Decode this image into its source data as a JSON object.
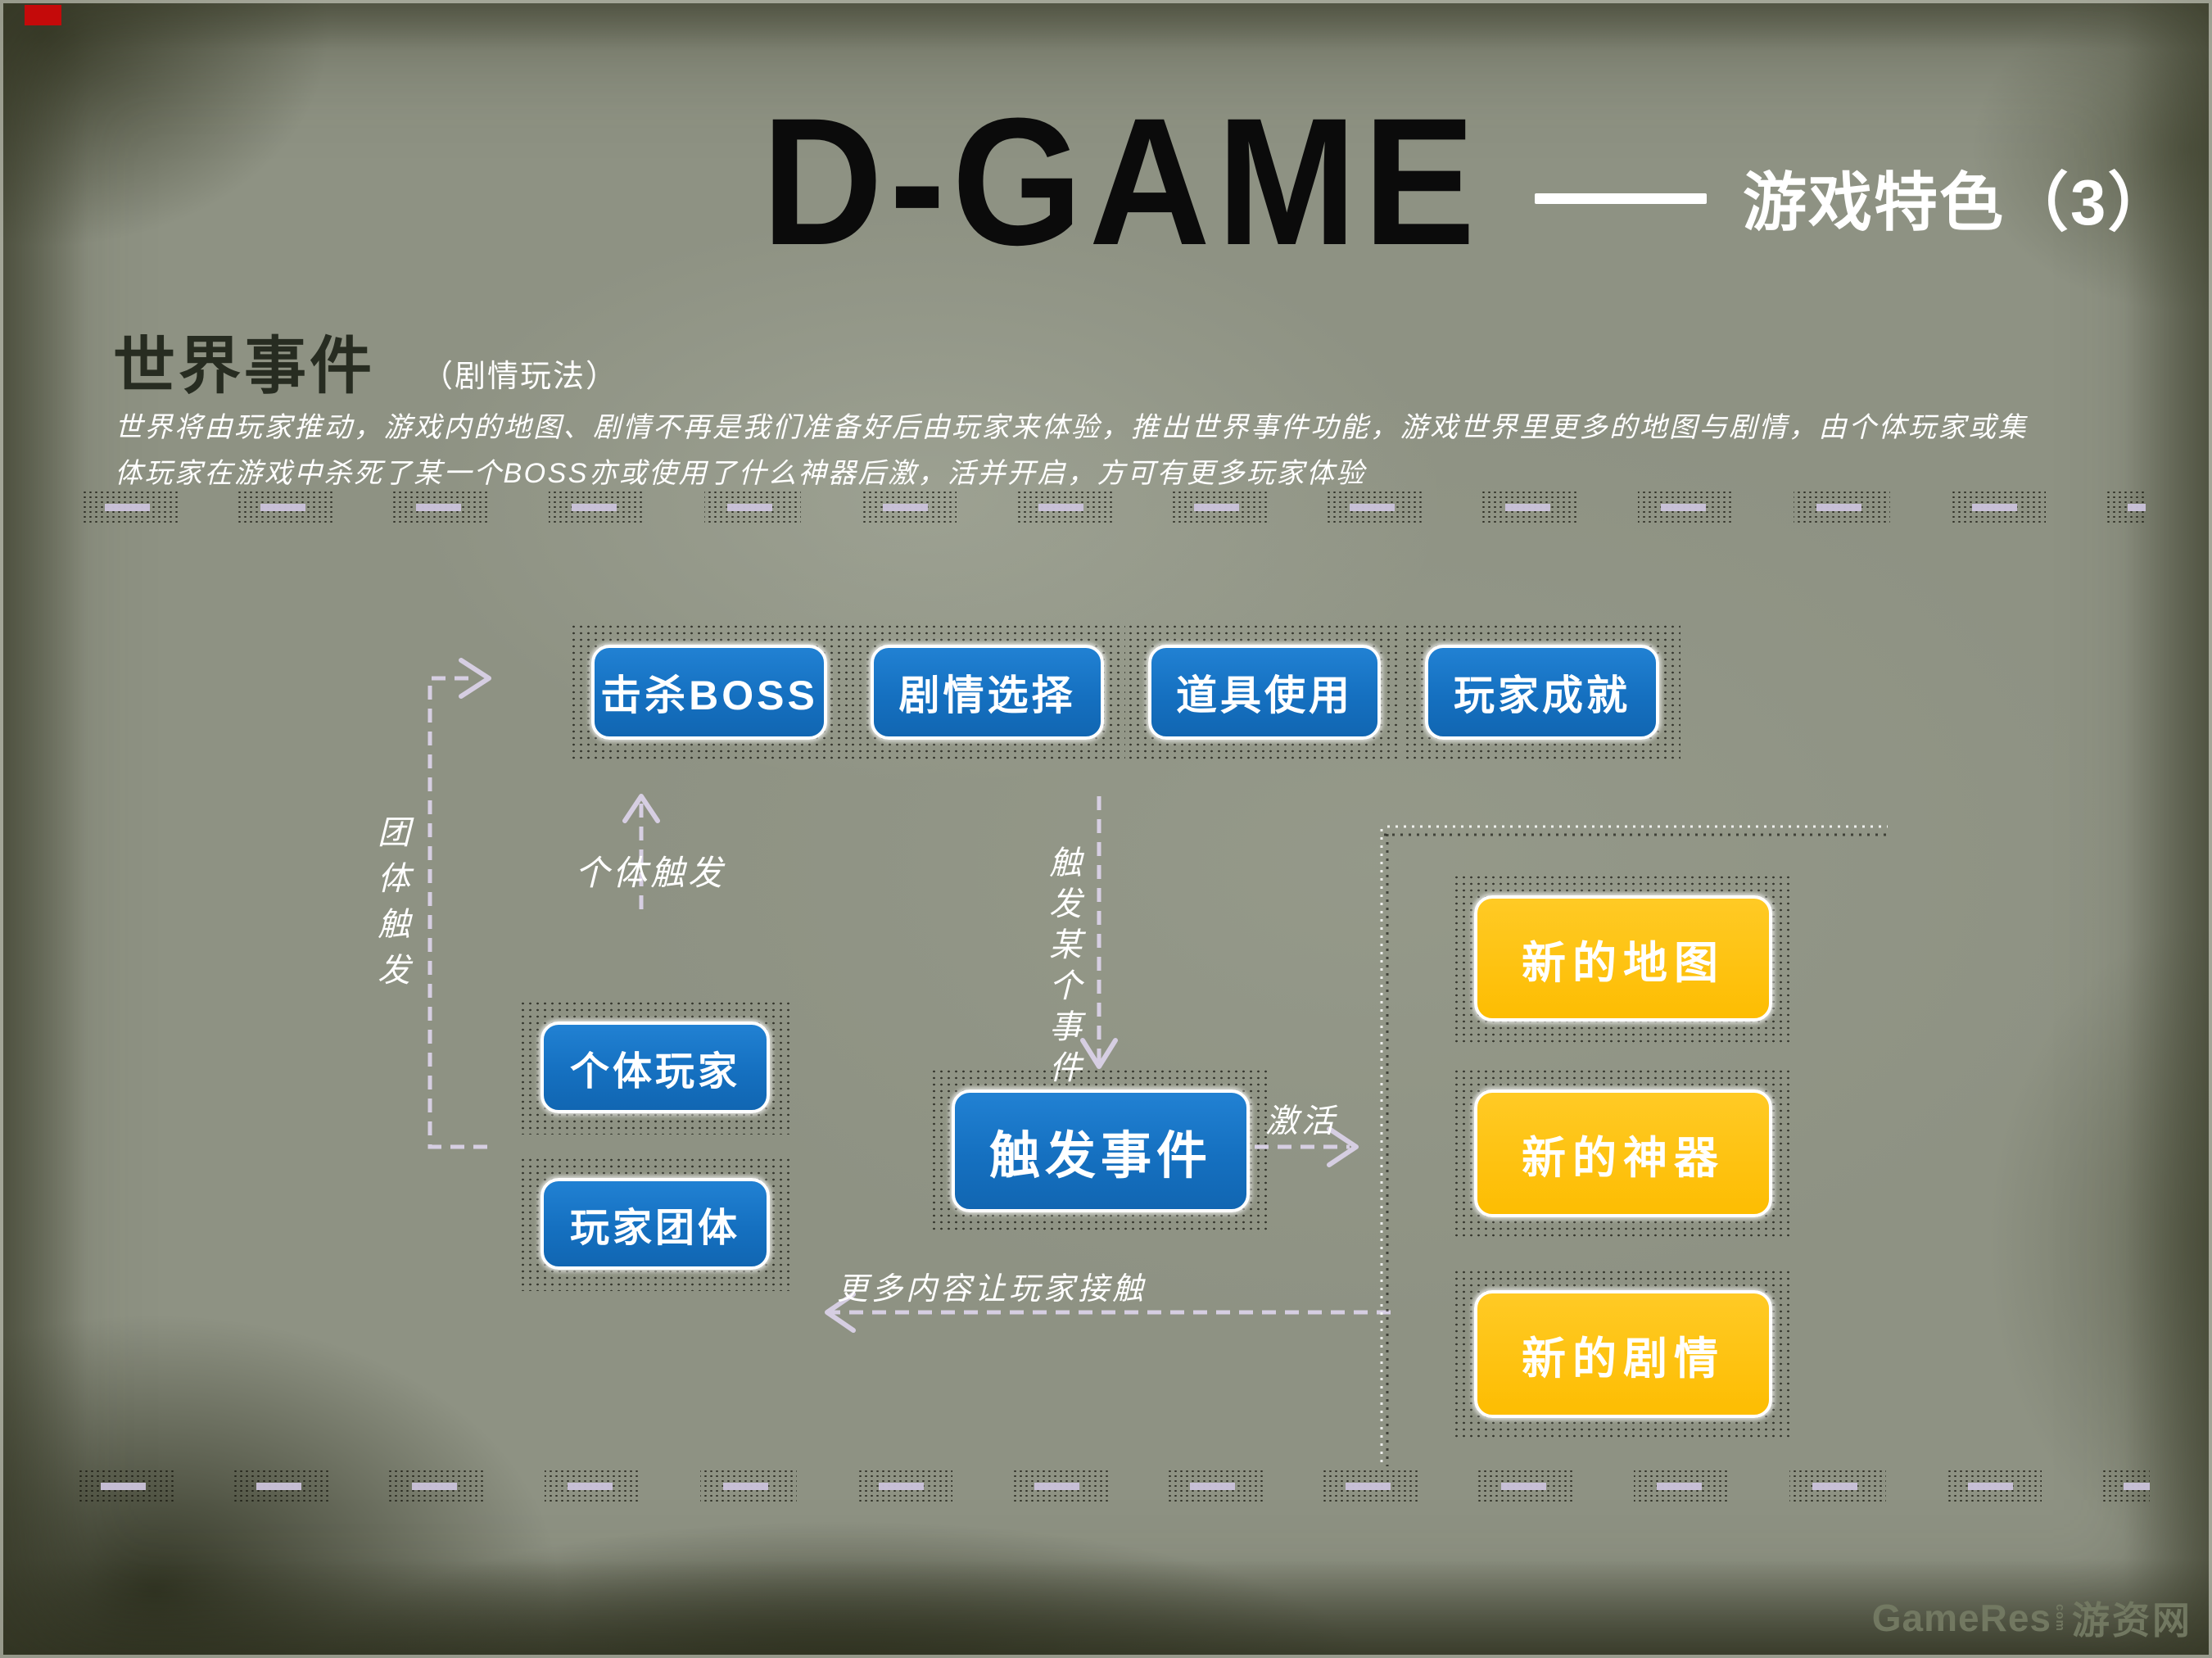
{
  "slide": {
    "title": "D-GAME",
    "subtitle": "游戏特色（3）",
    "section_title": "世界事件",
    "section_subtitle": "（剧情玩法）",
    "paragraph_line1": "世界将由玩家推动，游戏内的地图、剧情不再是我们准备好后由玩家来体验，推出世界事件功能，游戏世界里更多的地图与剧情，由个体玩家或集",
    "paragraph_line2": "体玩家在游戏中杀死了某一个BOSS亦或使用了什么神器后激，活并开启，方可有更多玩家体验",
    "watermark": {
      "brand": "GameRes",
      "tld": "com",
      "cn": "游资网"
    }
  },
  "diagram": {
    "trigger_boxes": [
      "击杀BOSS",
      "剧情选择",
      "道具使用",
      "玩家成就"
    ],
    "player_boxes": [
      "个体玩家",
      "玩家团体"
    ],
    "event_box": "触发事件",
    "result_boxes": [
      "新的地图",
      "新的神器",
      "新的剧情"
    ],
    "labels": {
      "group_trigger": "团体触发",
      "individual_trigger": "个体触发",
      "trigger_some_event": "触发某个事件",
      "activate": "激活",
      "more_content": "更多内容让玩家接触"
    },
    "colors": {
      "node_blue": "#1570c0",
      "node_yellow": "#fdbd02",
      "connector": "#d6cee2",
      "paper": "#8e9283",
      "heading_dark": "#272c21",
      "text_white": "#ffffff",
      "watermark": "#747a63",
      "corner_mark_red": "#c40a0a"
    }
  }
}
